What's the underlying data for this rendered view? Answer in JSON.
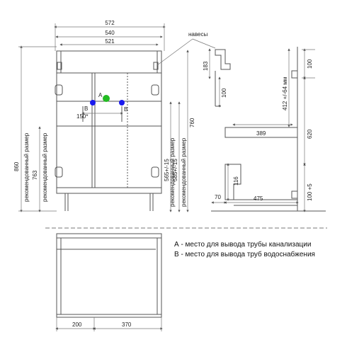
{
  "front": {
    "width_572": "572",
    "width_540": "540",
    "width_521": "521",
    "height_860": "860",
    "recommended_label": "рекомендованный размер",
    "recommended_763": "763",
    "pipe_height_1": "565+/-15",
    "pipe_height_2": "585+/-15",
    "height_760": "760",
    "pipe_spacing": "150*",
    "point_a": "A",
    "point_b": "B"
  },
  "side": {
    "hinges_label": "навесы",
    "dim_183": "183",
    "dim_100_top": "100",
    "dim_100_left": "100",
    "dim_412": "412 +/-64 мм",
    "dim_389": "389",
    "dim_620": "620",
    "dim_116": "116",
    "dim_70": "70",
    "dim_475": "475",
    "dim_100_5": "100 +5"
  },
  "bottom": {
    "dim_200": "200",
    "dim_370": "370"
  },
  "legend": {
    "a_text": "А - место для вывода трубы канализации",
    "b_text": "В - место для вывода труб водоснабжения"
  },
  "colors": {
    "point_a": "#22bb22",
    "point_b": "#1a1aee",
    "line": "#555555",
    "dim_line": "#777777"
  }
}
